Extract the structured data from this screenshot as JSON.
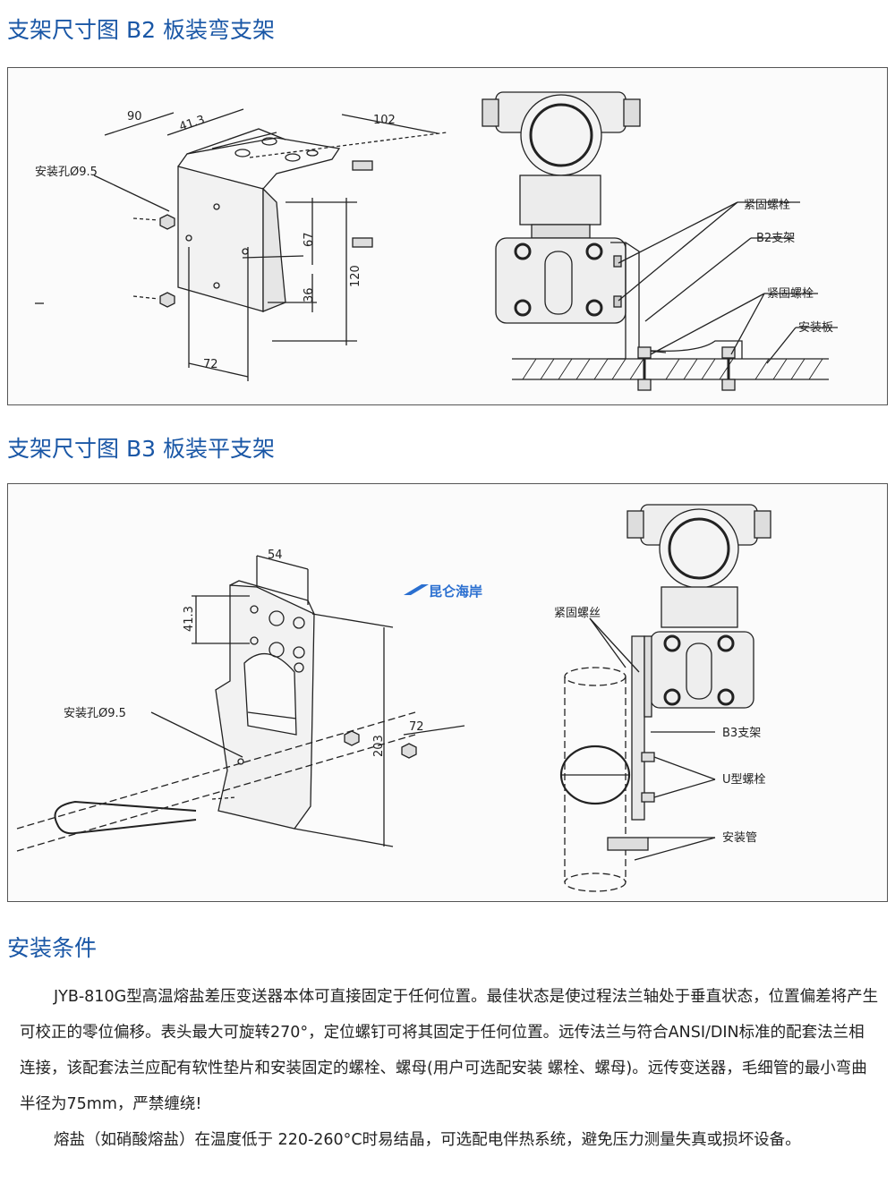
{
  "b2": {
    "heading": "支架尺寸图  B2  板装弯支架",
    "dim_90": "90",
    "dim_41_3": "41.3",
    "dim_102": "102",
    "dim_67": "67",
    "dim_120": "120",
    "dim_36": "36",
    "dim_72": "72",
    "hole_label": "安装孔Ø9.5",
    "label_bolt_1": "紧固螺栓",
    "label_bracket": "B2支架",
    "label_bolt_2": "紧固螺栓",
    "label_plate": "安装板"
  },
  "b3": {
    "heading": "支架尺寸图  B3  板装平支架",
    "dim_54": "54",
    "dim_41_3": "41.3",
    "dim_72": "72",
    "dim_203": "203",
    "hole_label": "安装孔Ø9.5",
    "label_screw": "紧固螺丝",
    "label_bracket": "B3支架",
    "label_ubolt": "U型螺栓",
    "label_pipe": "安装管",
    "watermark": "昆仑海岸"
  },
  "install": {
    "heading": "安装条件",
    "paragraph1": "JYB-810G型高温熔盐差压变送器本体可直接固定于任何位置。最佳状态是使过程法兰轴处于垂直状态，位置偏差将产生可校正的零位偏移。表头最大可旋转270°，定位螺钉可将其固定于任何位置。远传法兰与符合ANSI/DIN标准的配套法兰相连接，该配套法兰应配有软性垫片和安装固定的螺栓、螺母(用户可选配安装 螺栓、螺母)。远传变送器，毛细管的最小弯曲半径为75mm，严禁缠绕!",
    "paragraph2": "熔盐（如硝酸熔盐）在温度低于 220-260°C时易结晶，可选配电伴热系统，避免压力测量失真或损坏设备。"
  },
  "colors": {
    "heading": "#1a57a6",
    "watermark": "#2a6fd0"
  }
}
